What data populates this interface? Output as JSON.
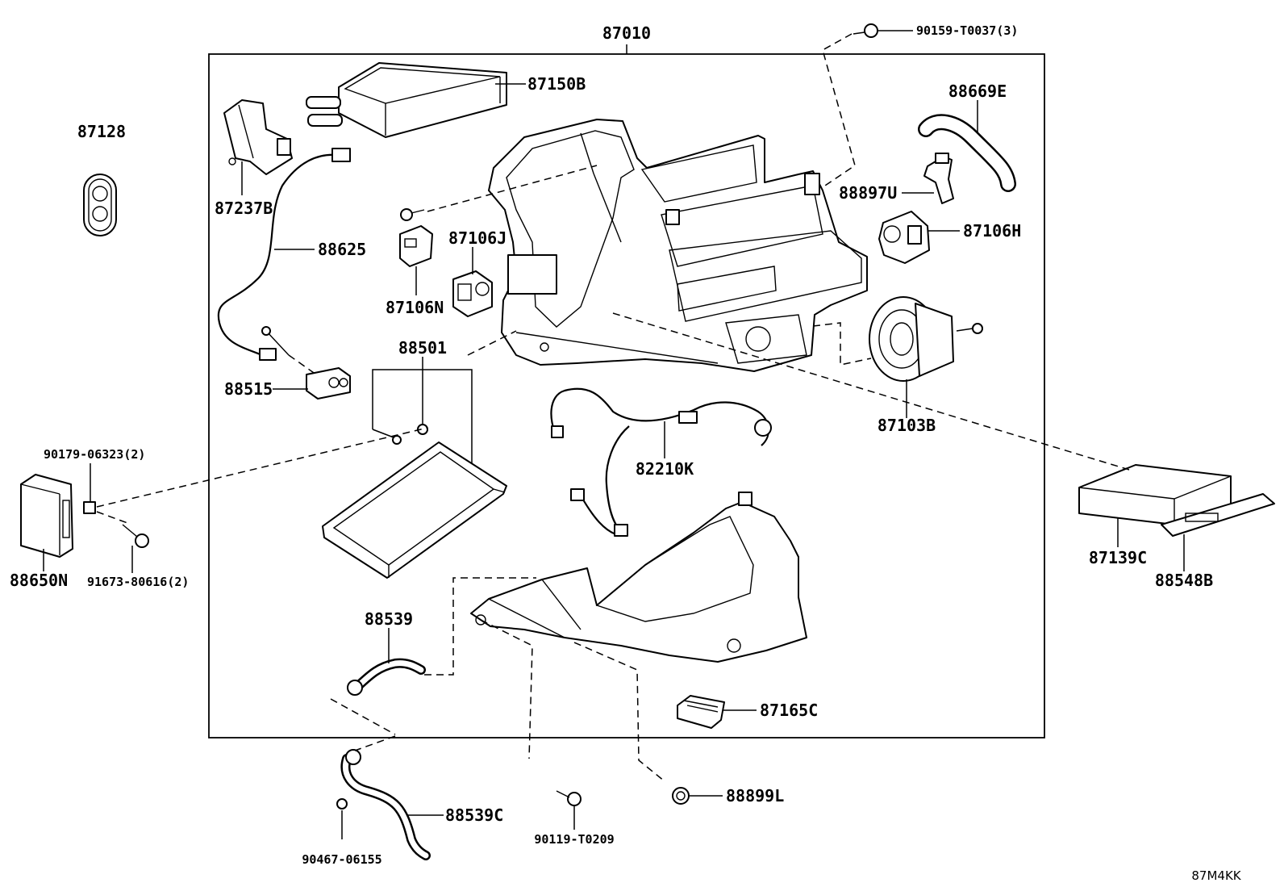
{
  "diagram": {
    "labels": {
      "p87010": "87010",
      "p90159": "90159-T0037(3)",
      "p87150B": "87150B",
      "p87128": "87128",
      "p88669E": "88669E",
      "p87237B": "87237B",
      "p88897U": "88897U",
      "p87106J": "87106J",
      "p87106H": "87106H",
      "p88625": "88625",
      "p87106N": "87106N",
      "p88501": "88501",
      "p88515": "88515",
      "p87103B": "87103B",
      "p90179": "90179-06323(2)",
      "p82210K": "82210K",
      "p87139C": "87139C",
      "p88650N": "88650N",
      "p91673": "91673-80616(2)",
      "p88548B": "88548B",
      "p88539": "88539",
      "p87165C": "87165C",
      "p88899L": "88899L",
      "p88539C": "88539C",
      "p90119": "90119-T0209",
      "p90467": "90467-06155",
      "ref_code": "87M4KK"
    }
  }
}
